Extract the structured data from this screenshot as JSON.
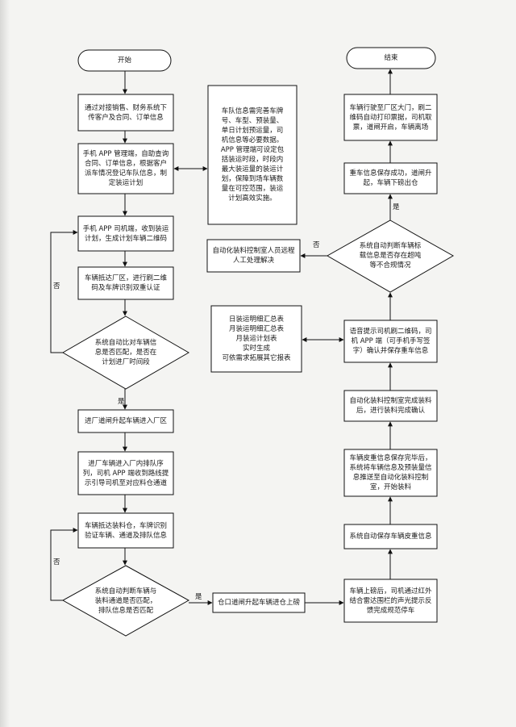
{
  "nodes": {
    "start": "开始",
    "end": "结束",
    "L1": "通过对接销售、财务系统下\n传客户及合同、订单信息",
    "L2": "手机 APP 管理端，自助查询\n合同、订单信息，根据客户\n派车情况登记车队信息，制\n定装运计划",
    "note1": "车队信息需完善车牌\n号、车型、预装量、\n单日计划预运量，司\n机信息等必要数据。\nAPP 管理端可设定包\n括装运时段，时段内\n最大装运量的装运计\n划，保障到场车辆数\n量在可控范围，装运\n计划高效实施。",
    "L3": "手机 APP 司机端，收到装运\n计划，生成计划车辆二维码",
    "L4": "车辆抵达厂区，进行刷二维\n码及车牌识别双重认证",
    "D1": "系统自动比对车辆信\n息是否匹配，是否在\n计划进厂时间段",
    "L5": "进厂道闸升起车辆进入厂区",
    "L6": "进厂车辆进入厂内排队序\n列，司机 APP 端收到路线提\n示引导司机至对应料仓通道",
    "L7": "车辆抵达装料仓，车牌识别\n验证车辆、通道及排队信息",
    "D2": "系统自动判断车辆与\n装料通道是否匹配，\n排队信息是否匹配",
    "M1": "仓口道闸升起车辆进仓上磅",
    "R1": "车辆上磅后，司机通过红外\n结合雷达围栏的声光提示反\n馈完成规范停车",
    "R2": "系统自动保存车辆皮重信息",
    "R3": "车辆皮重信息保存完毕后，\n系统将车辆信息及预装量信\n息推送至自动化装料控制\n室，开始装料",
    "R4": "自动化装料控制室完成装料\n后，进行装料完成确认",
    "R5": "语音提示司机刷二维码，司\n机 APP 端（可手机手写签\n字）确认并保存重车信息",
    "rep": "日装运明细汇总表\n月装运明细汇总表\n月装运计划表\n实时生成\n可依需求拓展其它报表",
    "D3": "系统自动判断车辆标\n载信息是否存在超吨\n等不合规情况",
    "manual": "自动化装料控制室人员远程\n人工处理解决",
    "R6": "重车信息保存成功，道闸升\n起，车辆下磅出仓",
    "R7": "车辆行驶至厂区大门，刷二\n维码自动打印票据，司机取\n票，道闸开启，车辆离场"
  },
  "labels": {
    "no1": "否",
    "yes1": "是",
    "no2": "否",
    "yes2": "是",
    "no3": "否",
    "yes3": "是"
  }
}
